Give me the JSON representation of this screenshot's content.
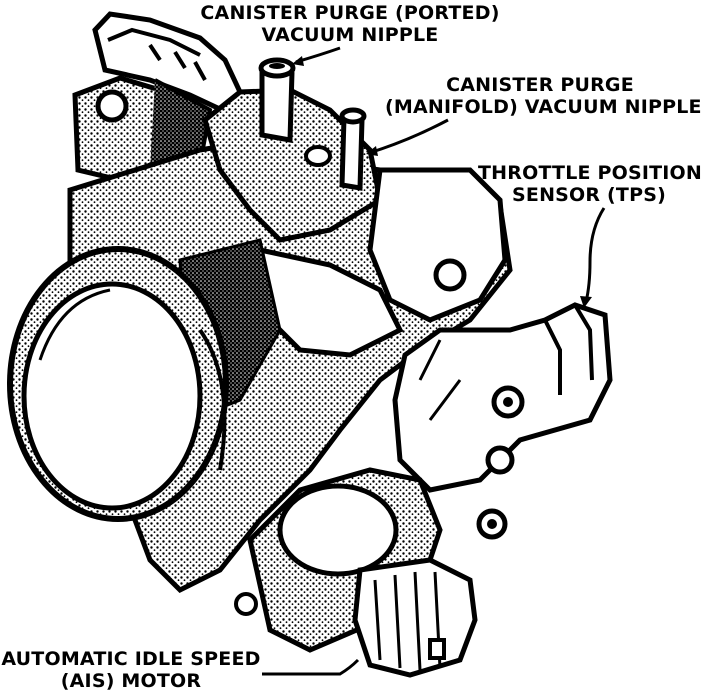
{
  "labels": {
    "ported_nipple": [
      "CANISTER PURGE (PORTED)",
      "VACUUM NIPPLE"
    ],
    "manifold_nipple": [
      "CANISTER PURGE",
      "(MANIFOLD) VACUUM NIPPLE"
    ],
    "tps": [
      "THROTTLE POSITION",
      "SENSOR (TPS)"
    ],
    "ais_motor": [
      "AUTOMATIC IDLE SPEED",
      "(AIS) MOTOR"
    ]
  }
}
